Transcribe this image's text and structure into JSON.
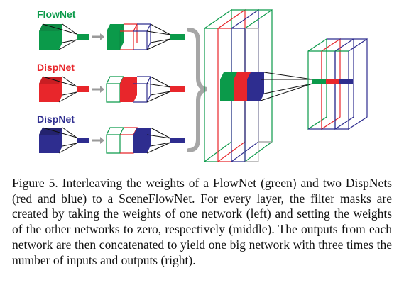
{
  "labels": {
    "flownet": "FlowNet",
    "dispnet_red": "DispNet",
    "dispnet_blue": "DispNet"
  },
  "colors": {
    "green": "#0b9a4a",
    "red": "#e8262b",
    "blue": "#2e2d8f",
    "arrow": "#9a9a9a",
    "brace": "#a6a6a6"
  },
  "caption": "Figure 5. Interleaving the weights of a FlowNet (green) and two DispNets (red and blue) to a SceneFlowNet. For every layer, the filter masks are created by taking the weights of one network (left) and setting the weights of the other networks to zero, respectively (middle). The outputs from each network are then concatenated to yield one big network with three times the number of inputs and outputs (right)."
}
